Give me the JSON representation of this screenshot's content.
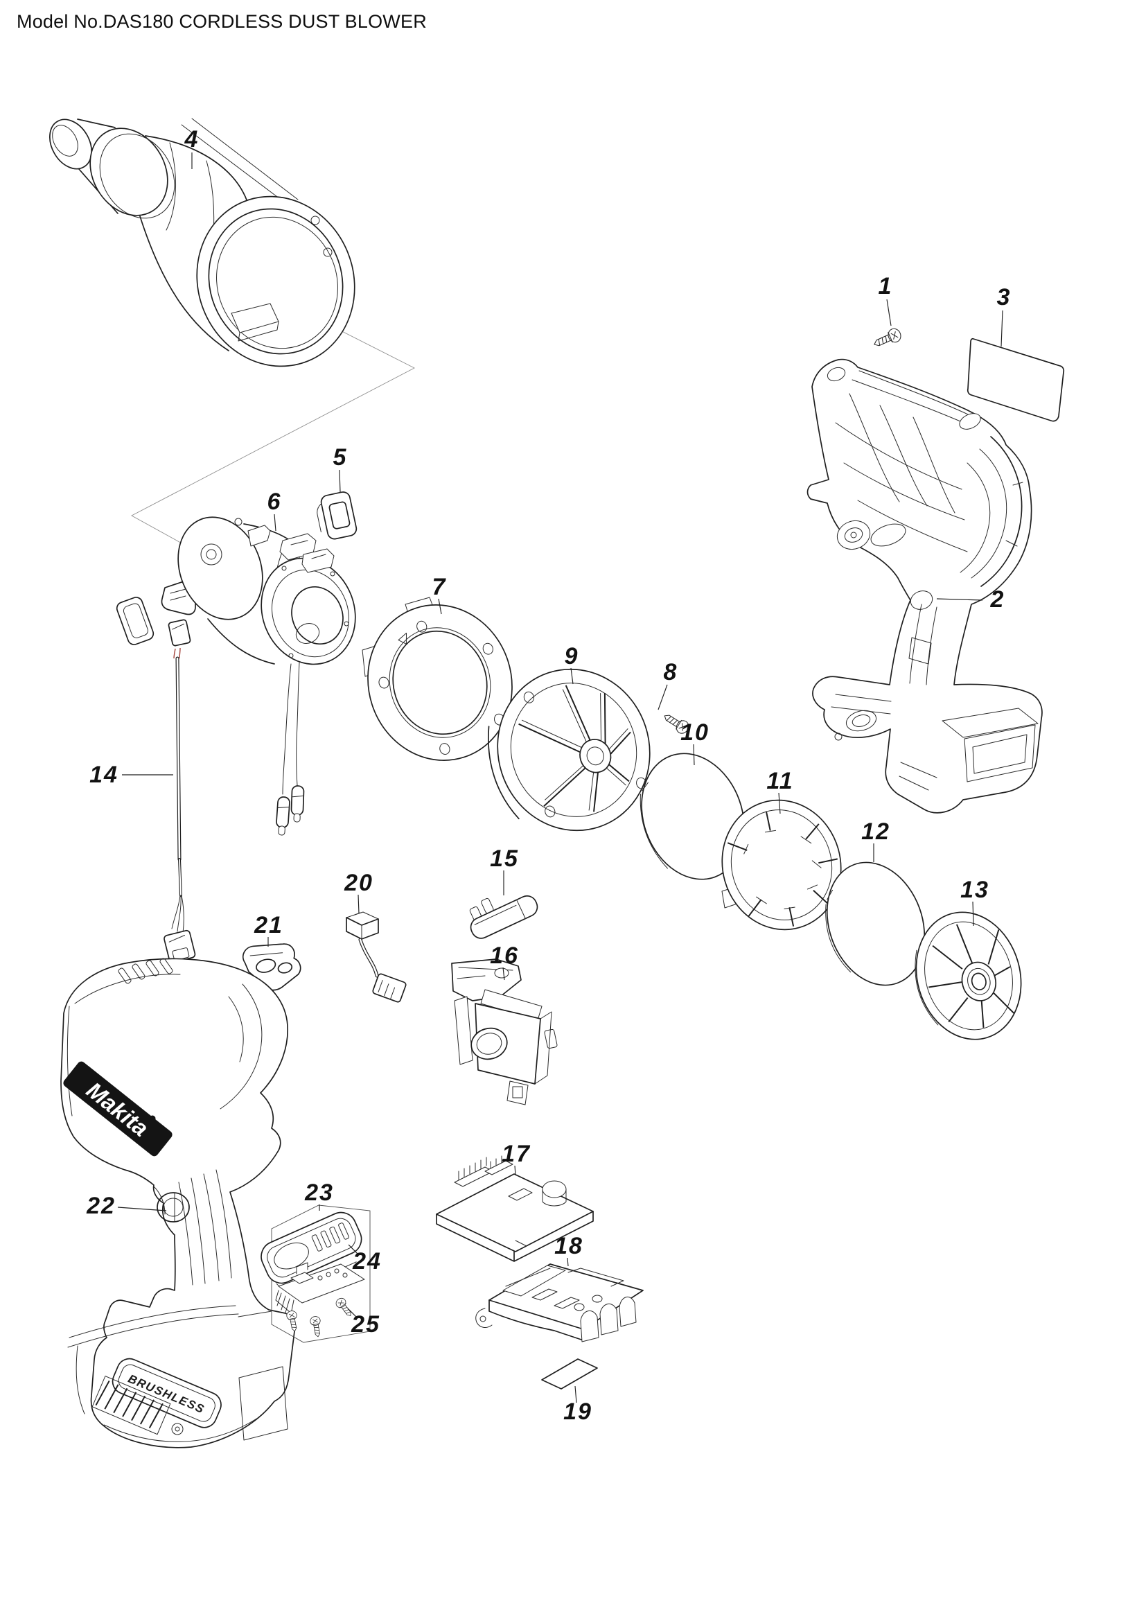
{
  "title": "Model No.DAS180 CORDLESS DUST BLOWER",
  "branding": {
    "logo_text": "Makita",
    "battery_text": "BRUSHLESS"
  },
  "callouts": [
    {
      "label": "1"
    },
    {
      "label": "2"
    },
    {
      "label": "3"
    },
    {
      "label": "4"
    },
    {
      "label": "5"
    },
    {
      "label": "6"
    },
    {
      "label": "7"
    },
    {
      "label": "8"
    },
    {
      "label": "9"
    },
    {
      "label": "10"
    },
    {
      "label": "11"
    },
    {
      "label": "12"
    },
    {
      "label": "13"
    },
    {
      "label": "14"
    },
    {
      "label": "15"
    },
    {
      "label": "16"
    },
    {
      "label": "17"
    },
    {
      "label": "18"
    },
    {
      "label": "19"
    },
    {
      "label": "20"
    },
    {
      "label": "21"
    },
    {
      "label": "22"
    },
    {
      "label": "23"
    },
    {
      "label": "24"
    },
    {
      "label": "25"
    }
  ]
}
